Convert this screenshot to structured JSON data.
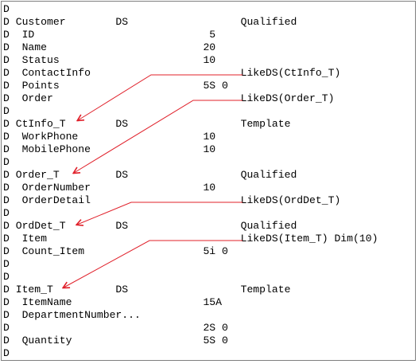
{
  "lines": [
    "D",
    "D Customer        DS                  Qualified",
    "D  ID                            5",
    "D  Name                         20",
    "D  Status                       10",
    "D  ContactInfo                        LikeDS(CtInfo_T)",
    "D  Points                       5S 0",
    "D  Order                              LikeDS(Order_T)",
    "D",
    "D CtInfo_T        DS                  Template",
    "D  WorkPhone                    10",
    "D  MobilePhone                  10",
    "D",
    "D Order_T         DS                  Qualified",
    "D  OrderNumber                  10",
    "D  OrderDetail                        LikeDS(OrdDet_T)",
    "D",
    "D OrdDet_T        DS                  Qualified",
    "D  Item                               LikeDS(Item_T) Dim(10)",
    "D  Count_Item                   5i 0",
    "D",
    "D",
    "D Item_T          DS                  Template",
    "D  ItemName                     15A",
    "D  DepartmentNumber...",
    "D                               2S 0",
    "D  Quantity                     5S 0",
    "D"
  ],
  "arrow_color": "#e0202a"
}
